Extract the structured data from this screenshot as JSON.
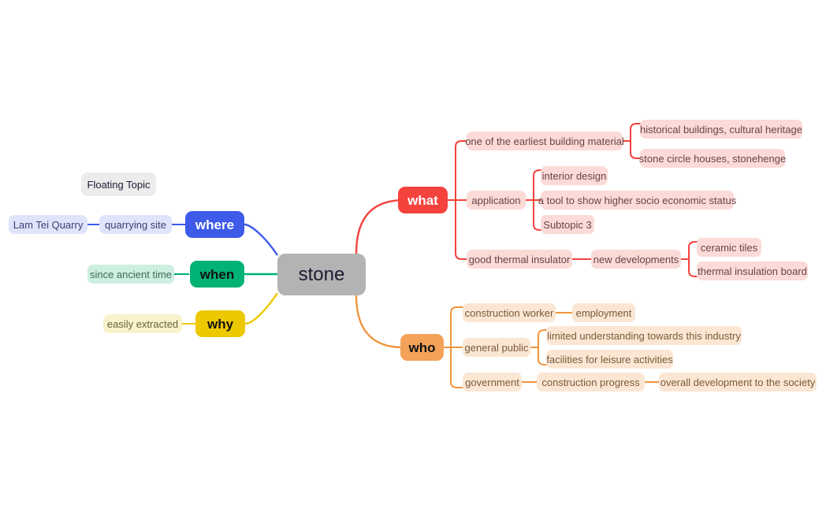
{
  "diagram": {
    "type": "mind-map",
    "central": {
      "label": "stone",
      "fill": "#b3b3b3",
      "text_color": "#1b1b33"
    },
    "floating": {
      "label": "Floating Topic",
      "fill": "#ececec",
      "text_color": "#1b1b33"
    },
    "branches": [
      {
        "id": "what",
        "label": "what",
        "color": "#f4423c",
        "node_fill": "#f4423c",
        "node_text": "#ffffff",
        "sub_fill": "#fbdad8",
        "sub_text": "#6b4443",
        "side": "right",
        "children": [
          {
            "label": "one of the earliest building material",
            "children": [
              {
                "label": "historical buildings, cultural heritage"
              },
              {
                "label": "stone circle houses, stonehenge"
              }
            ]
          },
          {
            "label": "application",
            "children": [
              {
                "label": "interior design"
              },
              {
                "label": "a tool to show higher socio economic status"
              },
              {
                "label": "Subtopic 3"
              }
            ]
          },
          {
            "label": "good thermal insulator",
            "children": [
              {
                "label": "new developments",
                "children": [
                  {
                    "label": "ceramic tiles"
                  },
                  {
                    "label": "thermal insulation board"
                  }
                ]
              }
            ]
          }
        ]
      },
      {
        "id": "who",
        "label": "who",
        "color": "#f0943e",
        "node_fill": "#f4a259",
        "node_text": "#111111",
        "sub_fill": "#fbe6d4",
        "sub_text": "#7a5a3a",
        "side": "right",
        "children": [
          {
            "label": "construction worker",
            "children": [
              {
                "label": "employment"
              }
            ]
          },
          {
            "label": "general public",
            "children": [
              {
                "label": "limited understanding towards this industry"
              },
              {
                "label": "facilities for leisure activities"
              }
            ]
          },
          {
            "label": "government",
            "children": [
              {
                "label": "construction progress",
                "children": [
                  {
                    "label": "overall development to the society"
                  }
                ]
              }
            ]
          }
        ]
      },
      {
        "id": "where",
        "label": "where",
        "color": "#3d5ae8",
        "node_fill": "#3d5ae8",
        "node_text": "#ffffff",
        "sub_fill": "#dfe4fb",
        "sub_text": "#3a3f72",
        "side": "left",
        "children": [
          {
            "label": "quarrying site",
            "children": [
              {
                "label": "Lam Tei Quarry"
              }
            ]
          }
        ]
      },
      {
        "id": "when",
        "label": "when",
        "color": "#00b274",
        "node_fill": "#00b274",
        "node_text": "#111111",
        "sub_fill": "#cdeee0",
        "sub_text": "#3c6b58",
        "side": "left",
        "children": [
          {
            "label": "since ancient time"
          }
        ]
      },
      {
        "id": "why",
        "label": "why",
        "color": "#ecc800",
        "node_fill": "#ecc800",
        "node_text": "#111111",
        "sub_fill": "#f8f2cd",
        "sub_text": "#6d6430",
        "side": "left",
        "children": [
          {
            "label": "easily extracted"
          }
        ]
      }
    ]
  }
}
